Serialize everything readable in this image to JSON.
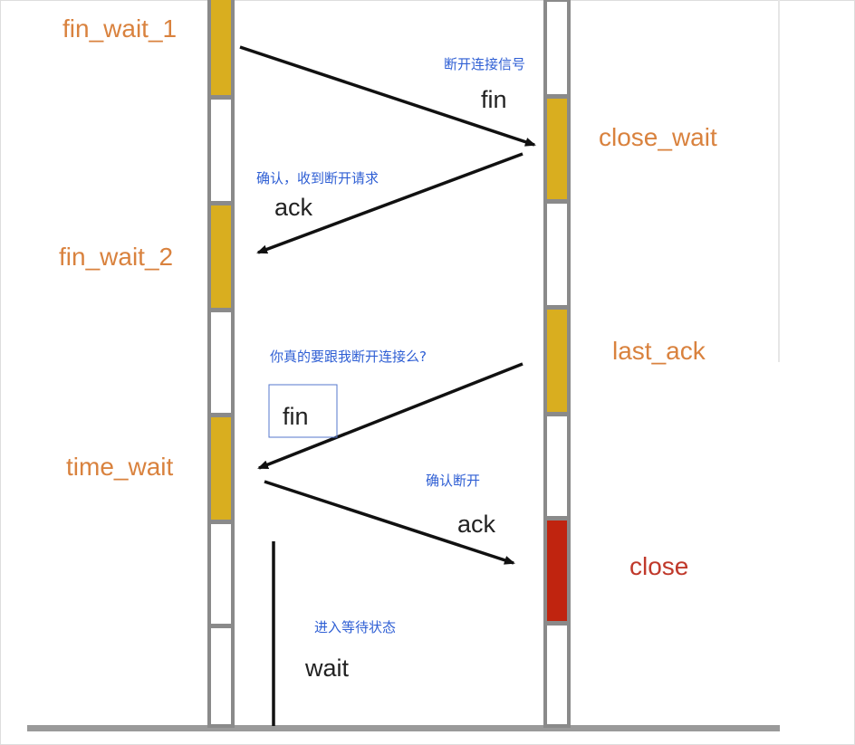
{
  "client_states": {
    "fin_wait_1": "fin_wait_1",
    "fin_wait_2": "fin_wait_2",
    "time_wait": "time_wait"
  },
  "server_states": {
    "close_wait": "close_wait",
    "last_ack": "last_ack",
    "close": "close"
  },
  "messages": {
    "fin_1": {
      "label": "fin",
      "note": "断开连接信号"
    },
    "ack_1": {
      "label": "ack",
      "note": "确认，收到断开请求"
    },
    "fin_2": {
      "label": "fin",
      "note": "你真的要跟我断开连接么?"
    },
    "ack_2": {
      "label": "ack",
      "note": "确认断开"
    },
    "wait": {
      "label": "wait",
      "note": "进入等待状态"
    }
  },
  "colors": {
    "active_segment": "#d9ae1f",
    "close_segment": "#c0240f",
    "lifeline_border": "#8a8a8a",
    "state_text": "#d9823e",
    "close_text": "#c0392b",
    "note_text": "#2f5fd4",
    "highlight_box": "#5577cc"
  }
}
